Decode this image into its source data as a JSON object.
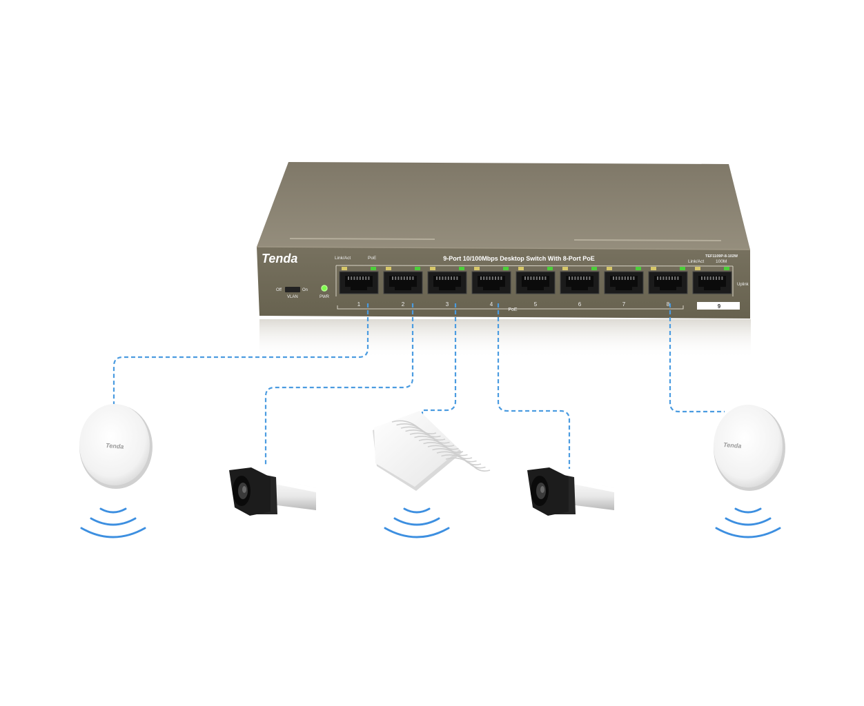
{
  "switch": {
    "brand": "Tenda",
    "title": "9-Port 10/100Mbps Desktop Switch With 8-Port PoE",
    "model": "TEF1109P-8-102W",
    "led_label_link": "Link/Act",
    "led_label_poe": "PoE",
    "led_label_link_right": "Link/Act",
    "led_label_speed": "100M",
    "uplink_label": "Uplink",
    "poe_group_label": "PoE",
    "vlan": {
      "off": "Off",
      "on": "On",
      "label": "VLAN"
    },
    "power_label": "PWR",
    "ports": [
      "1",
      "2",
      "3",
      "4",
      "5",
      "6",
      "7",
      "8",
      "9"
    ]
  },
  "devices": [
    {
      "kind": "access-point",
      "brand": "Tenda",
      "port": "1"
    },
    {
      "kind": "bullet-camera",
      "port": "2"
    },
    {
      "kind": "wall-access-point",
      "port": "3"
    },
    {
      "kind": "bullet-camera",
      "port": "4"
    },
    {
      "kind": "access-point",
      "brand": "Tenda",
      "port": "8"
    }
  ],
  "colors": {
    "chassis_top": "#8a8373",
    "chassis_front": "#6f6a5c",
    "link_line": "#4a9be0",
    "wifi_wave": "#3d8fe0",
    "led_green": "#4ccf3a",
    "led_amber": "#d8c86a"
  }
}
